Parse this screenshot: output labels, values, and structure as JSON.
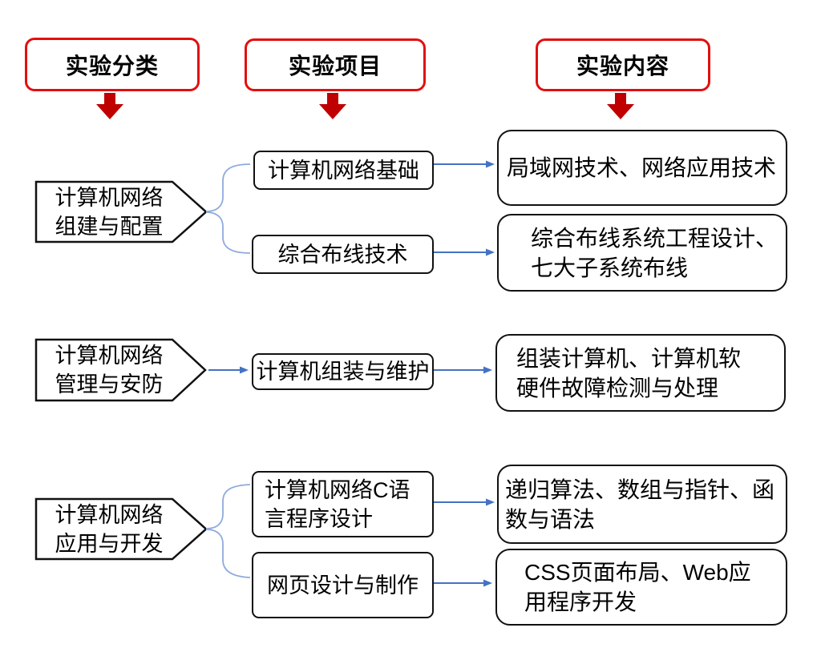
{
  "title_row": {
    "headers": [
      "实验分类",
      "实验项目",
      "实验内容"
    ]
  },
  "rows": [
    {
      "category": "计算机网络\n组建与配置",
      "branches": [
        {
          "project": "计算机网络基础",
          "content": "局域网技术、网络应用技术"
        },
        {
          "project": "综合布线技术",
          "content": "综合布线系统工程设计、\n七大子系统布线"
        }
      ]
    },
    {
      "category": "计算机网络\n管理与安防",
      "branches": [
        {
          "project": "计算机组装与维护",
          "content": "组装计算机、计算机软\n硬件故障检测与处理"
        }
      ]
    },
    {
      "category": "计算机网络\n应用与开发",
      "branches": [
        {
          "project": "计算机网络C语\n言程序设计",
          "content": "递归算法、数组与指针、函\n数与语法"
        },
        {
          "project": "网页设计与制作",
          "content": "CSS页面布局、Web应\n用程序开发"
        }
      ]
    }
  ],
  "colors": {
    "header_border_red": "#E20F0F",
    "block_arrow_red": "#C00000",
    "connector_arrow_blue": "#4472C4",
    "brace_blue": "#8FAADC",
    "shape_border": "#111111",
    "background": "#FFFFFF",
    "text": "#000000"
  }
}
